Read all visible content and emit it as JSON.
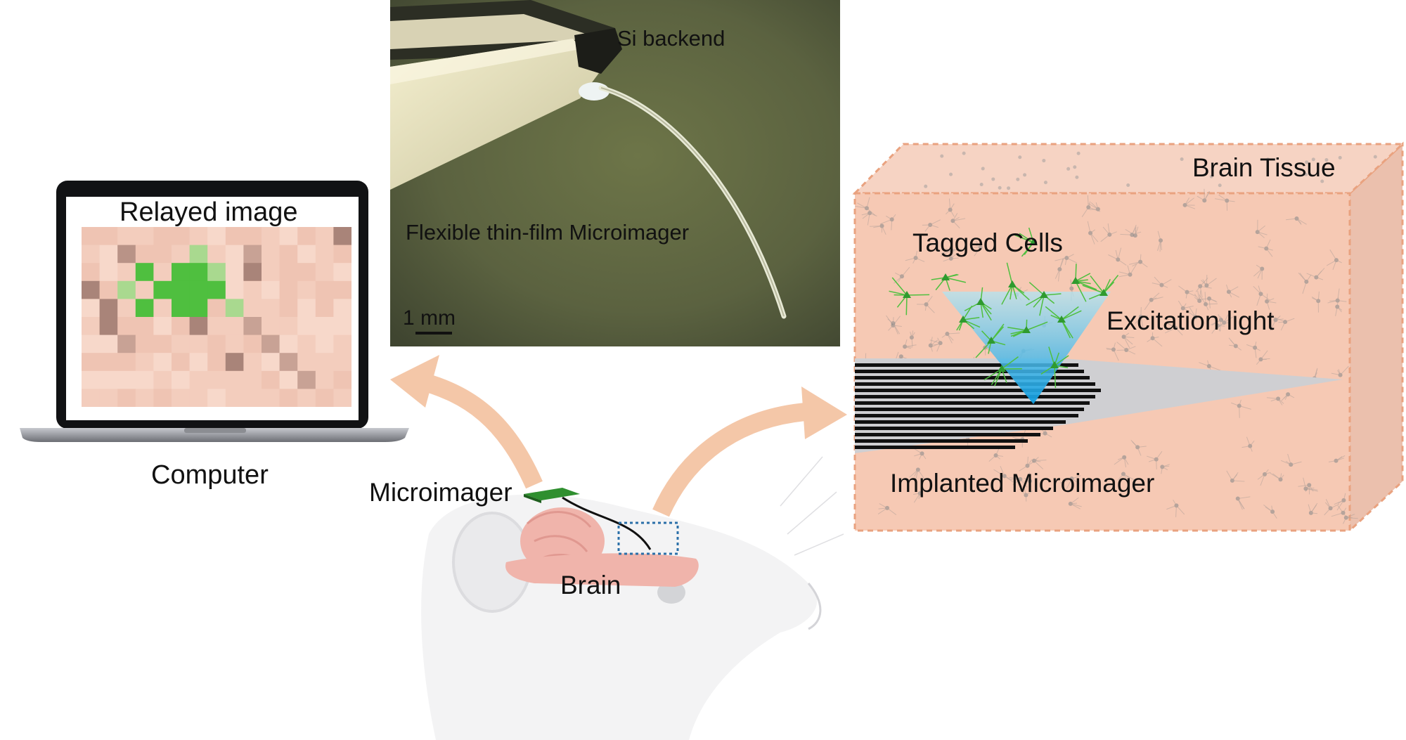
{
  "labels": {
    "si_backend": "Si backend",
    "flexible_microimager": "Flexible thin-film Microimager",
    "scale_bar": "1 mm",
    "relayed_image": "Relayed image",
    "computer": "Computer",
    "microimager": "Microimager",
    "brain": "Brain",
    "brain_tissue": "Brain Tissue",
    "tagged_cells": "Tagged Cells",
    "excitation_light": "Excitation light",
    "implanted_microimager": "Implanted Microimager"
  },
  "colors": {
    "arrow": "#f4c7a8",
    "tissue": "#f6c9b4",
    "tissue_border": "#e9a27f",
    "cell_green": "#4fbf3f",
    "excitation_blue": "#1aa7e6",
    "photo_bg": "#59613c",
    "pixel_base": "#f3cdbd"
  },
  "pixel_image": {
    "cols": 15,
    "rows": 10,
    "green_cells": [
      [
        3,
        2
      ],
      [
        5,
        2
      ],
      [
        6,
        2
      ],
      [
        7,
        3
      ],
      [
        4,
        3
      ],
      [
        5,
        3
      ],
      [
        6,
        3
      ],
      [
        3,
        4
      ],
      [
        6,
        4
      ],
      [
        5,
        4
      ]
    ],
    "light_green_cells": [
      [
        6,
        1
      ],
      [
        7,
        2
      ],
      [
        2,
        3
      ],
      [
        8,
        4
      ]
    ],
    "dark_cells": [
      [
        14,
        0
      ],
      [
        2,
        1
      ],
      [
        9,
        1
      ],
      [
        9,
        2
      ],
      [
        0,
        3
      ],
      [
        1,
        4
      ],
      [
        1,
        5
      ],
      [
        5,
        4
      ],
      [
        2,
        6
      ],
      [
        9,
        5
      ],
      [
        10,
        6
      ],
      [
        11,
        7
      ],
      [
        12,
        8
      ],
      [
        6,
        5
      ],
      [
        8,
        7
      ]
    ]
  }
}
